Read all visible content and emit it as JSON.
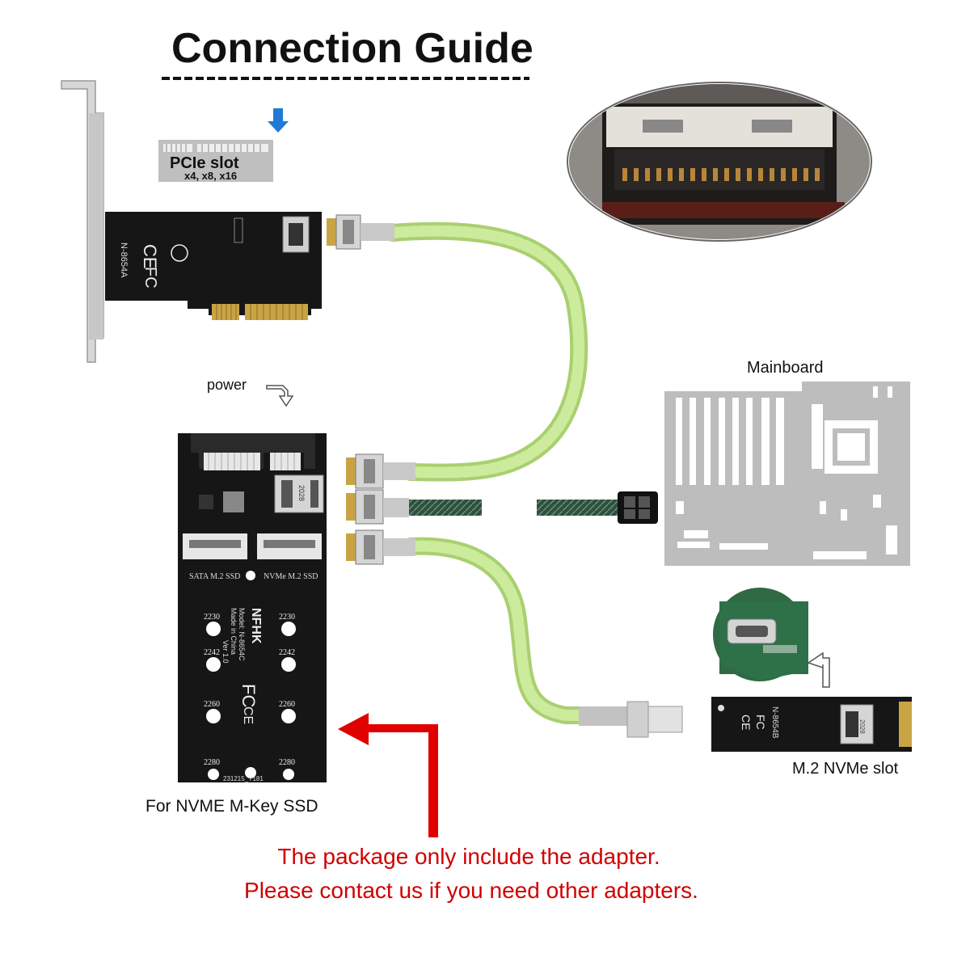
{
  "title": "Connection Guide",
  "pcie_slot": {
    "label": "PCIe slot",
    "sublabel": "x4, x8, x16"
  },
  "labels": {
    "mainboard": "Mainboard",
    "power": "power",
    "m2_slot": "M.2 NVMe slot",
    "nvme_ssd": "For NVME M-Key SSD"
  },
  "pcie_card": {
    "model": "N-8654A",
    "ce_mark": "CE",
    "fc_mark": "FC"
  },
  "m2_adapter": {
    "model": "N-8654B",
    "ce_mark": "CE",
    "fc_mark": "FC",
    "port_label": "2028"
  },
  "ssd_board": {
    "silk_left": "SATA M.2 SSD",
    "silk_right": "NVMe M.2 SSD",
    "port_label": "2028",
    "brand": "NFHK",
    "model_text": "Model: N-8654C",
    "made_in": "Made in China",
    "version": "Ver 1.0",
    "fc_mark": "FC",
    "ce_mark": "CE",
    "serial": "231215_Y181",
    "mount_sizes": [
      "2230",
      "2242",
      "2260",
      "2280"
    ]
  },
  "notes": {
    "line1": "The package only include the adapter.",
    "line2": "Please contact us if you need other adapters."
  },
  "colors": {
    "cable_green": "#c8ea90",
    "cable_dark": "#2f4f3f",
    "arrow_red": "#e00000",
    "note_red": "#d10000",
    "pcb_black": "#161616",
    "mainboard_gray": "#bdbdbd",
    "arrow_blue": "#1f7ad6"
  }
}
